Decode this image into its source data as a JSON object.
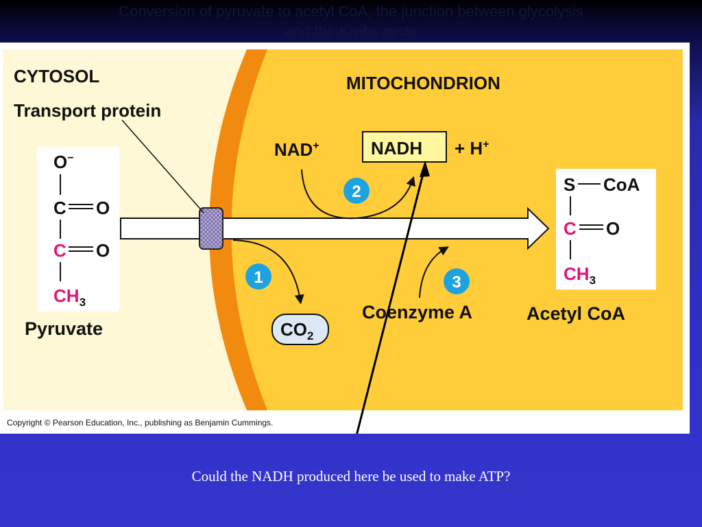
{
  "slide": {
    "title_line1": "Conversion of pyruvate to acetyl CoA, the junction between glycolysis",
    "title_line2": "and the Krebs cycle",
    "caption": "Could the NADH produced here be used to make ATP?"
  },
  "figure": {
    "cytosol_label": "CYTOSOL",
    "transport_protein_label": "Transport protein",
    "mitochondrion_label": "MITOCHONDRION",
    "pyruvate_label": "Pyruvate",
    "acetyl_coa_label": "Acetyl CoA",
    "coenzyme_a_label": "Coenzyme A",
    "nad_plus": "NAD",
    "nadh": "NADH",
    "h_plus": "+ H",
    "co2": "CO",
    "steps": [
      "1",
      "2",
      "3"
    ],
    "pyruvate_atoms": {
      "o_minus": "O",
      "c1": "C",
      "o1": "O",
      "c2": "C",
      "o2": "O",
      "ch3": "CH"
    },
    "acetyl_atoms": {
      "s": "S",
      "coa": "CoA",
      "c": "C",
      "o": "O",
      "ch3": "CH"
    },
    "sub2": "2",
    "sub3": "3",
    "sup_plus": "+",
    "sup_minus": "−",
    "copyright": "Copyright © Pearson Education, Inc., publishing as Benjamin Cummings."
  },
  "colors": {
    "cytosol": "#fff8d6",
    "mitochondrion": "#ffcc3a",
    "membrane": "#f28a10",
    "step_circle": "#1fa3de",
    "highlight": "#e0147a",
    "background": "#3333cc"
  }
}
